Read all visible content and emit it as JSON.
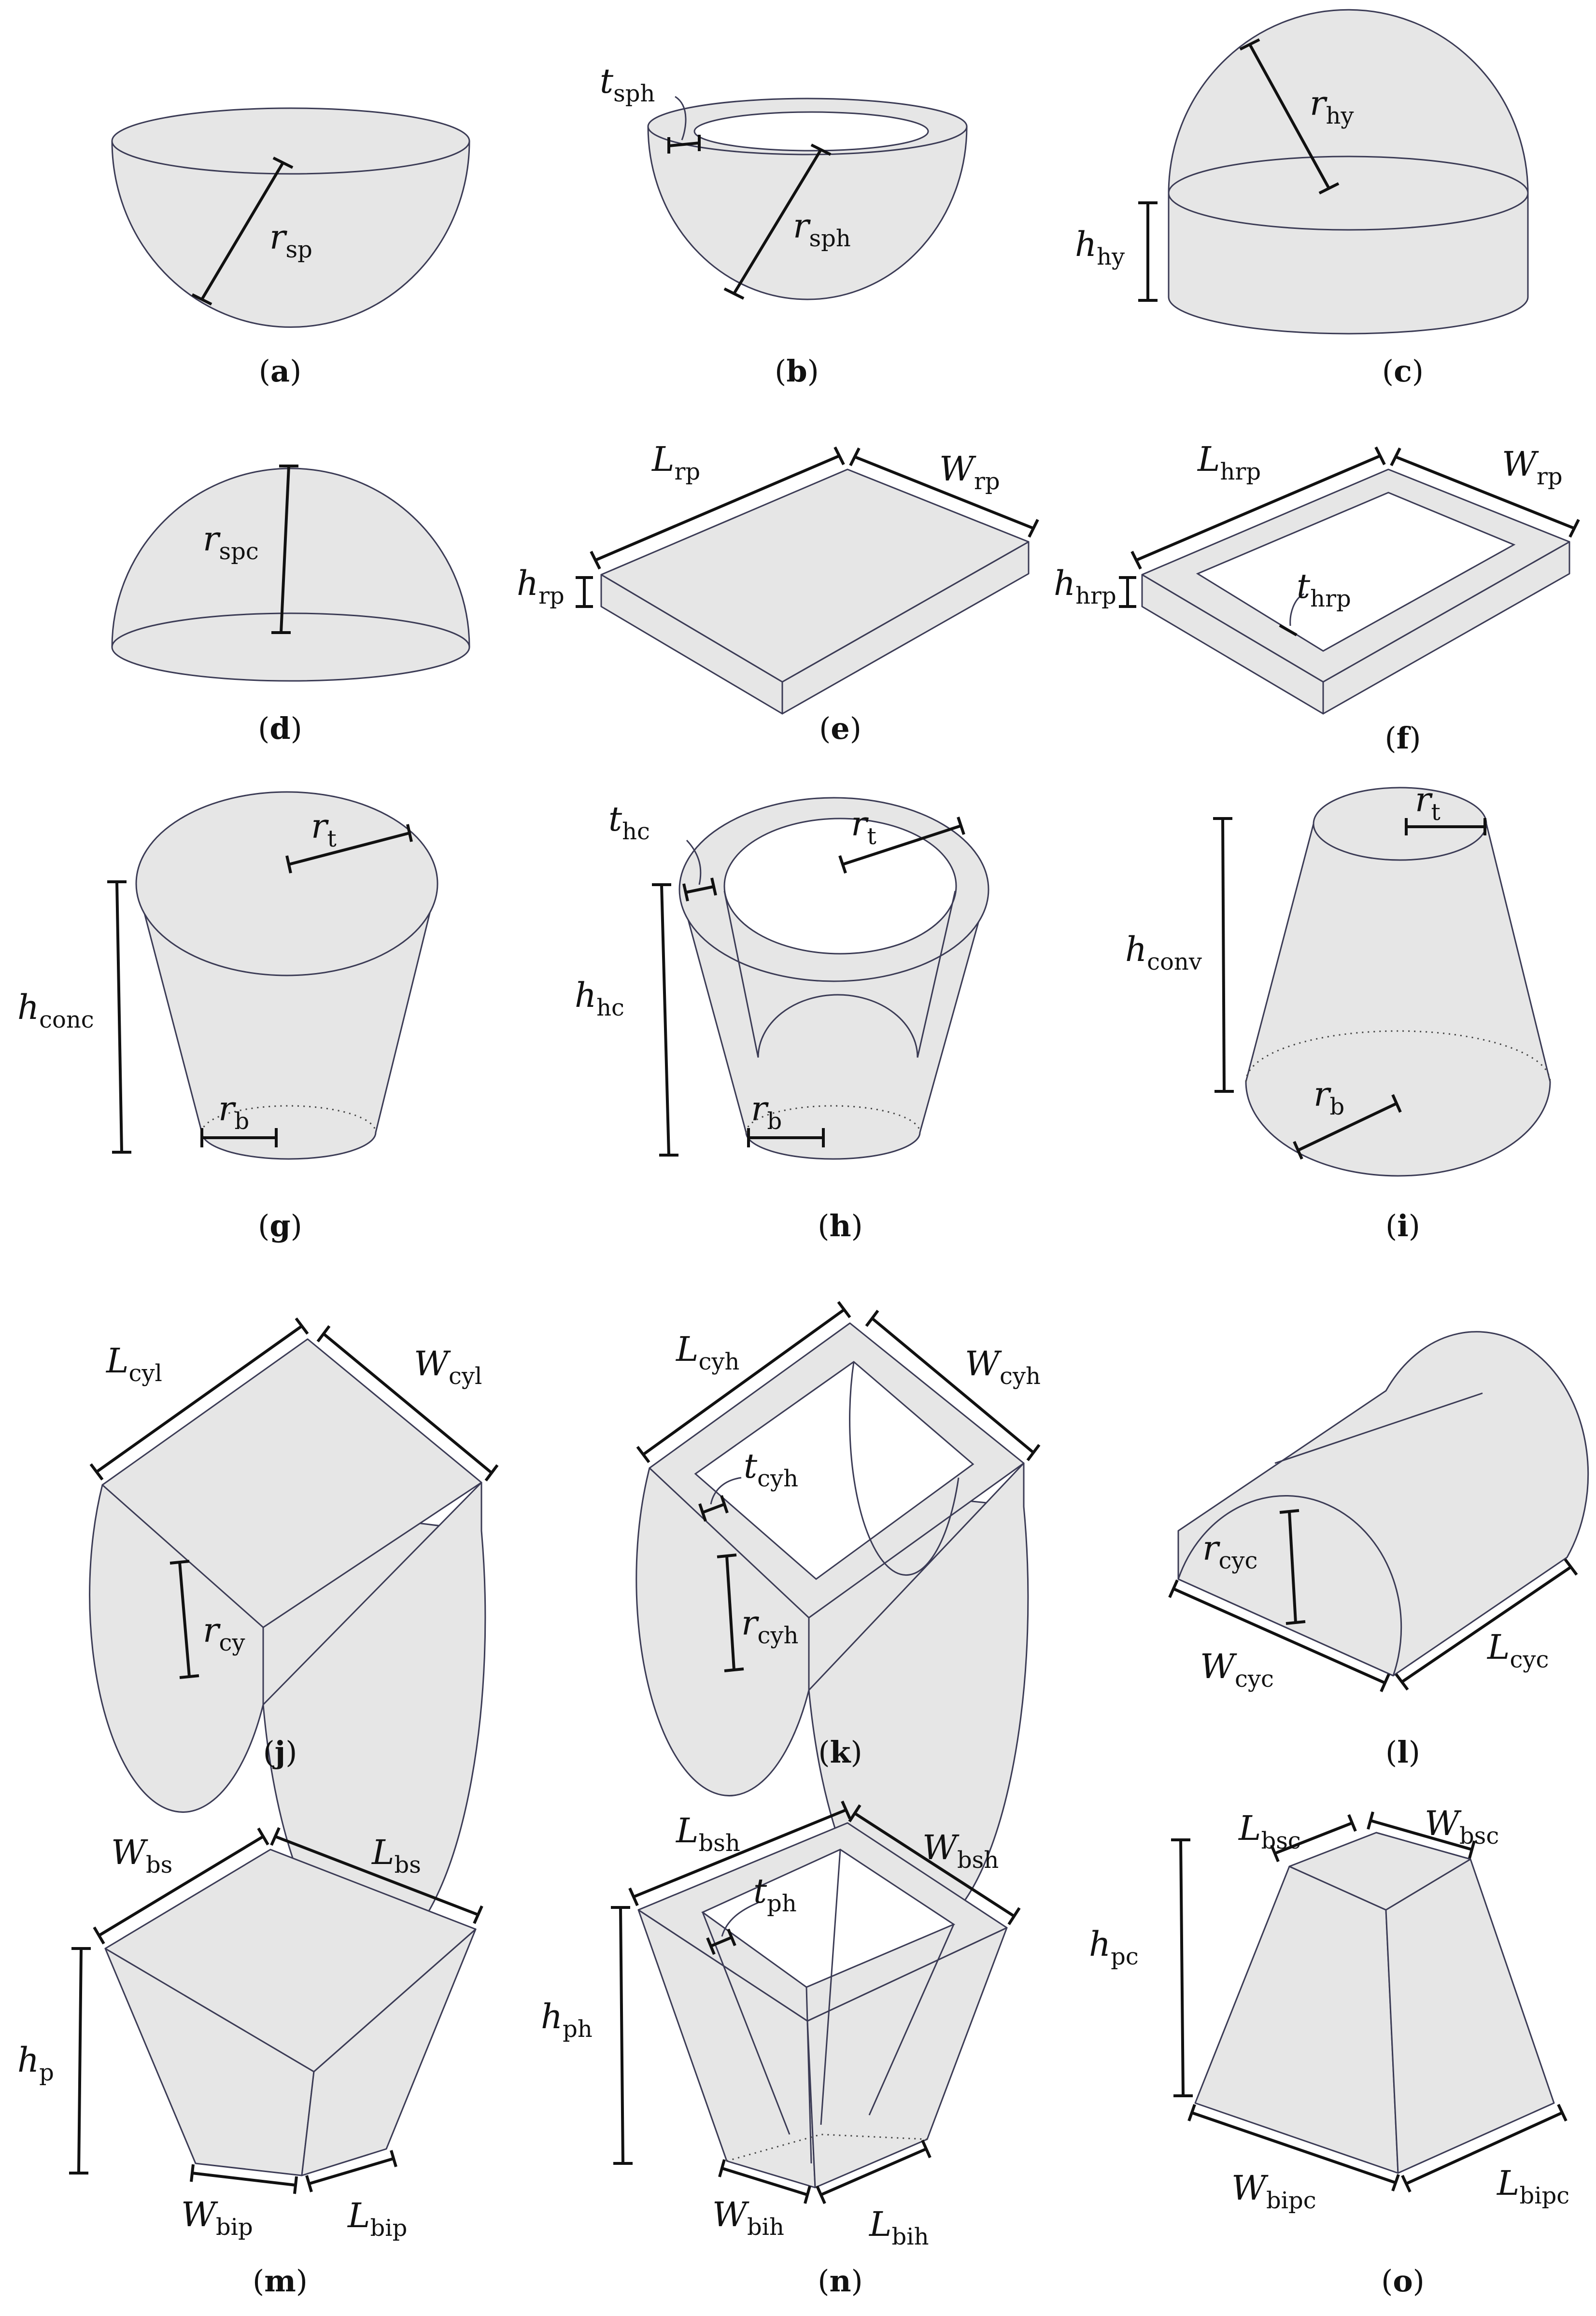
{
  "panels": [
    {
      "id": "a",
      "caption_letter": "a",
      "labels": [
        {
          "main": "r",
          "sub": "sp"
        }
      ]
    },
    {
      "id": "b",
      "caption_letter": "b",
      "labels": [
        {
          "main": "t",
          "sub": "sph"
        },
        {
          "main": "r",
          "sub": "sph"
        }
      ]
    },
    {
      "id": "c",
      "caption_letter": "c",
      "labels": [
        {
          "main": "r",
          "sub": "hy"
        },
        {
          "main": "h",
          "sub": "hy"
        }
      ]
    },
    {
      "id": "d",
      "caption_letter": "d",
      "labels": [
        {
          "main": "r",
          "sub": "spc"
        }
      ]
    },
    {
      "id": "e",
      "caption_letter": "e",
      "labels": [
        {
          "main": "L",
          "sub": "rp"
        },
        {
          "main": "W",
          "sub": "rp"
        },
        {
          "main": "h",
          "sub": "rp"
        }
      ]
    },
    {
      "id": "f",
      "caption_letter": "f",
      "labels": [
        {
          "main": "L",
          "sub": "hrp"
        },
        {
          "main": "W",
          "sub": "rp"
        },
        {
          "main": "h",
          "sub": "hrp"
        },
        {
          "main": "t",
          "sub": "hrp"
        }
      ]
    },
    {
      "id": "g",
      "caption_letter": "g",
      "labels": [
        {
          "main": "r",
          "sub": "t"
        },
        {
          "main": "h",
          "sub": "conc"
        },
        {
          "main": "r",
          "sub": "b"
        }
      ]
    },
    {
      "id": "h",
      "caption_letter": "h",
      "labels": [
        {
          "main": "t",
          "sub": "hc"
        },
        {
          "main": "r",
          "sub": "t"
        },
        {
          "main": "h",
          "sub": "hc"
        },
        {
          "main": "r",
          "sub": "b"
        }
      ]
    },
    {
      "id": "i",
      "caption_letter": "i",
      "labels": [
        {
          "main": "r",
          "sub": "t"
        },
        {
          "main": "h",
          "sub": "conv"
        },
        {
          "main": "r",
          "sub": "b"
        }
      ]
    },
    {
      "id": "j",
      "caption_letter": "j",
      "labels": [
        {
          "main": "L",
          "sub": "cyl"
        },
        {
          "main": "W",
          "sub": "cyl"
        },
        {
          "main": "r",
          "sub": "cy"
        }
      ]
    },
    {
      "id": "k",
      "caption_letter": "k",
      "labels": [
        {
          "main": "L",
          "sub": "cyh"
        },
        {
          "main": "W",
          "sub": "cyh"
        },
        {
          "main": "t",
          "sub": "cyh"
        },
        {
          "main": "r",
          "sub": "cyh"
        }
      ]
    },
    {
      "id": "l",
      "caption_letter": "l",
      "labels": [
        {
          "main": "r",
          "sub": "cyc"
        },
        {
          "main": "W",
          "sub": "cyc"
        },
        {
          "main": "L",
          "sub": "cyc"
        }
      ]
    },
    {
      "id": "m",
      "caption_letter": "m",
      "labels": [
        {
          "main": "W",
          "sub": "bs"
        },
        {
          "main": "L",
          "sub": "bs"
        },
        {
          "main": "h",
          "sub": "p"
        },
        {
          "main": "W",
          "sub": "bip"
        },
        {
          "main": "L",
          "sub": "bip"
        }
      ]
    },
    {
      "id": "n",
      "caption_letter": "n",
      "labels": [
        {
          "main": "L",
          "sub": "bsh"
        },
        {
          "main": "W",
          "sub": "bsh"
        },
        {
          "main": "t",
          "sub": "ph"
        },
        {
          "main": "h",
          "sub": "ph"
        },
        {
          "main": "W",
          "sub": "bih"
        },
        {
          "main": "L",
          "sub": "bih"
        }
      ]
    },
    {
      "id": "o",
      "caption_letter": "o",
      "labels": [
        {
          "main": "L",
          "sub": "bsc"
        },
        {
          "main": "W",
          "sub": "bsc"
        },
        {
          "main": "h",
          "sub": "pc"
        },
        {
          "main": "W",
          "sub": "bipc"
        },
        {
          "main": "L",
          "sub": "bipc"
        }
      ]
    }
  ],
  "caption_open": "(",
  "caption_close": ")",
  "colors": {
    "fill": "#e6e6e6",
    "stroke": "#3b3b55",
    "dimension": "#111111",
    "background": "#ffffff"
  }
}
